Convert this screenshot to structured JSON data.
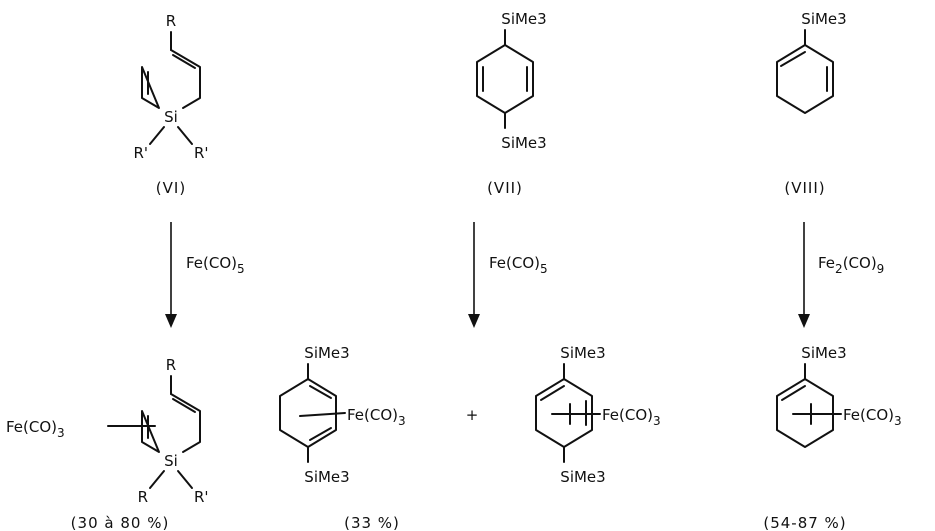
{
  "compounds": {
    "vi": {
      "label": "(VI)",
      "top_sub": "R",
      "heteroatom": "Si",
      "sub_left": "R'",
      "sub_right": "R'"
    },
    "vii": {
      "label": "(VII)",
      "top_sub": "SiMe3",
      "bottom_sub": "SiMe3"
    },
    "viii": {
      "label": "(VIII)",
      "top_sub": "SiMe3"
    }
  },
  "reagents": {
    "vi": "Fe(CO)5",
    "vii": "Fe(CO)5",
    "viii": "Fe2(CO)9"
  },
  "products": {
    "p1": {
      "fe_group": "Fe(CO)3",
      "top_sub": "R",
      "heteroatom": "Si",
      "sub_left": "R",
      "sub_right": "R'",
      "yield": "(30 à 80 %)"
    },
    "p2": {
      "fe_group": "Fe(CO)3",
      "top_sub": "SiMe3",
      "bottom_sub": "SiMe3"
    },
    "plus": "+",
    "p3": {
      "fe_group": "Fe(CO)3",
      "top_sub": "SiMe3",
      "bottom_sub": "SiMe3"
    },
    "p2_p3_yield": "(33 %)",
    "p4": {
      "fe_group": "Fe(CO)3",
      "top_sub": "SiMe3",
      "yield": "(54-87 %)"
    }
  }
}
